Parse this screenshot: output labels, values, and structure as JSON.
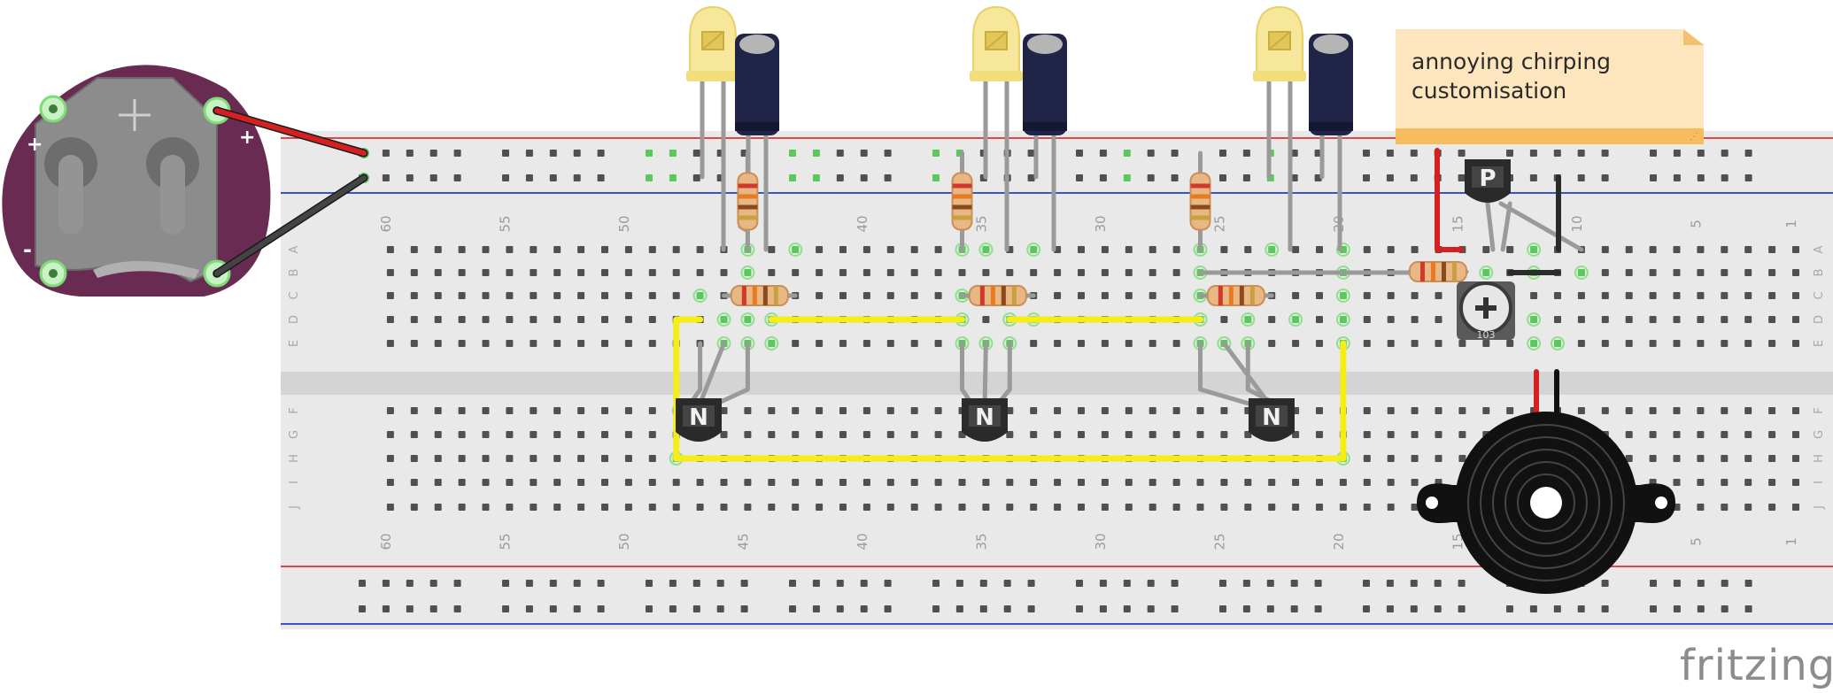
{
  "note": {
    "line1": "annoying chirping",
    "line2": "customisation"
  },
  "brand": "fritzing",
  "breadboard": {
    "column_numbers": [
      "60",
      "55",
      "50",
      "45",
      "40",
      "35",
      "30",
      "25",
      "20",
      "15",
      "10",
      "5",
      "1"
    ],
    "rows_top": [
      "A",
      "B",
      "C",
      "D",
      "E"
    ],
    "rows_bottom": [
      "F",
      "G",
      "H",
      "I",
      "J"
    ]
  },
  "battery_holder": {
    "plus_symbol": "+",
    "minus_symbol": "-"
  },
  "parts": {
    "npn_label": "N",
    "pnp_label": "P",
    "trimpot_text": "103"
  },
  "colors": {
    "board": "#e9e9e9",
    "hole": "#505050",
    "hole_green": "#59c95b",
    "yellow_wire": "#f5ec18",
    "red_wire": "#d42020",
    "black_wire": "#2b2b2b",
    "battery_pcb": "#6a2b52",
    "led": "#f7e79a",
    "capacitor": "#202446",
    "note": "#fde6bd"
  }
}
